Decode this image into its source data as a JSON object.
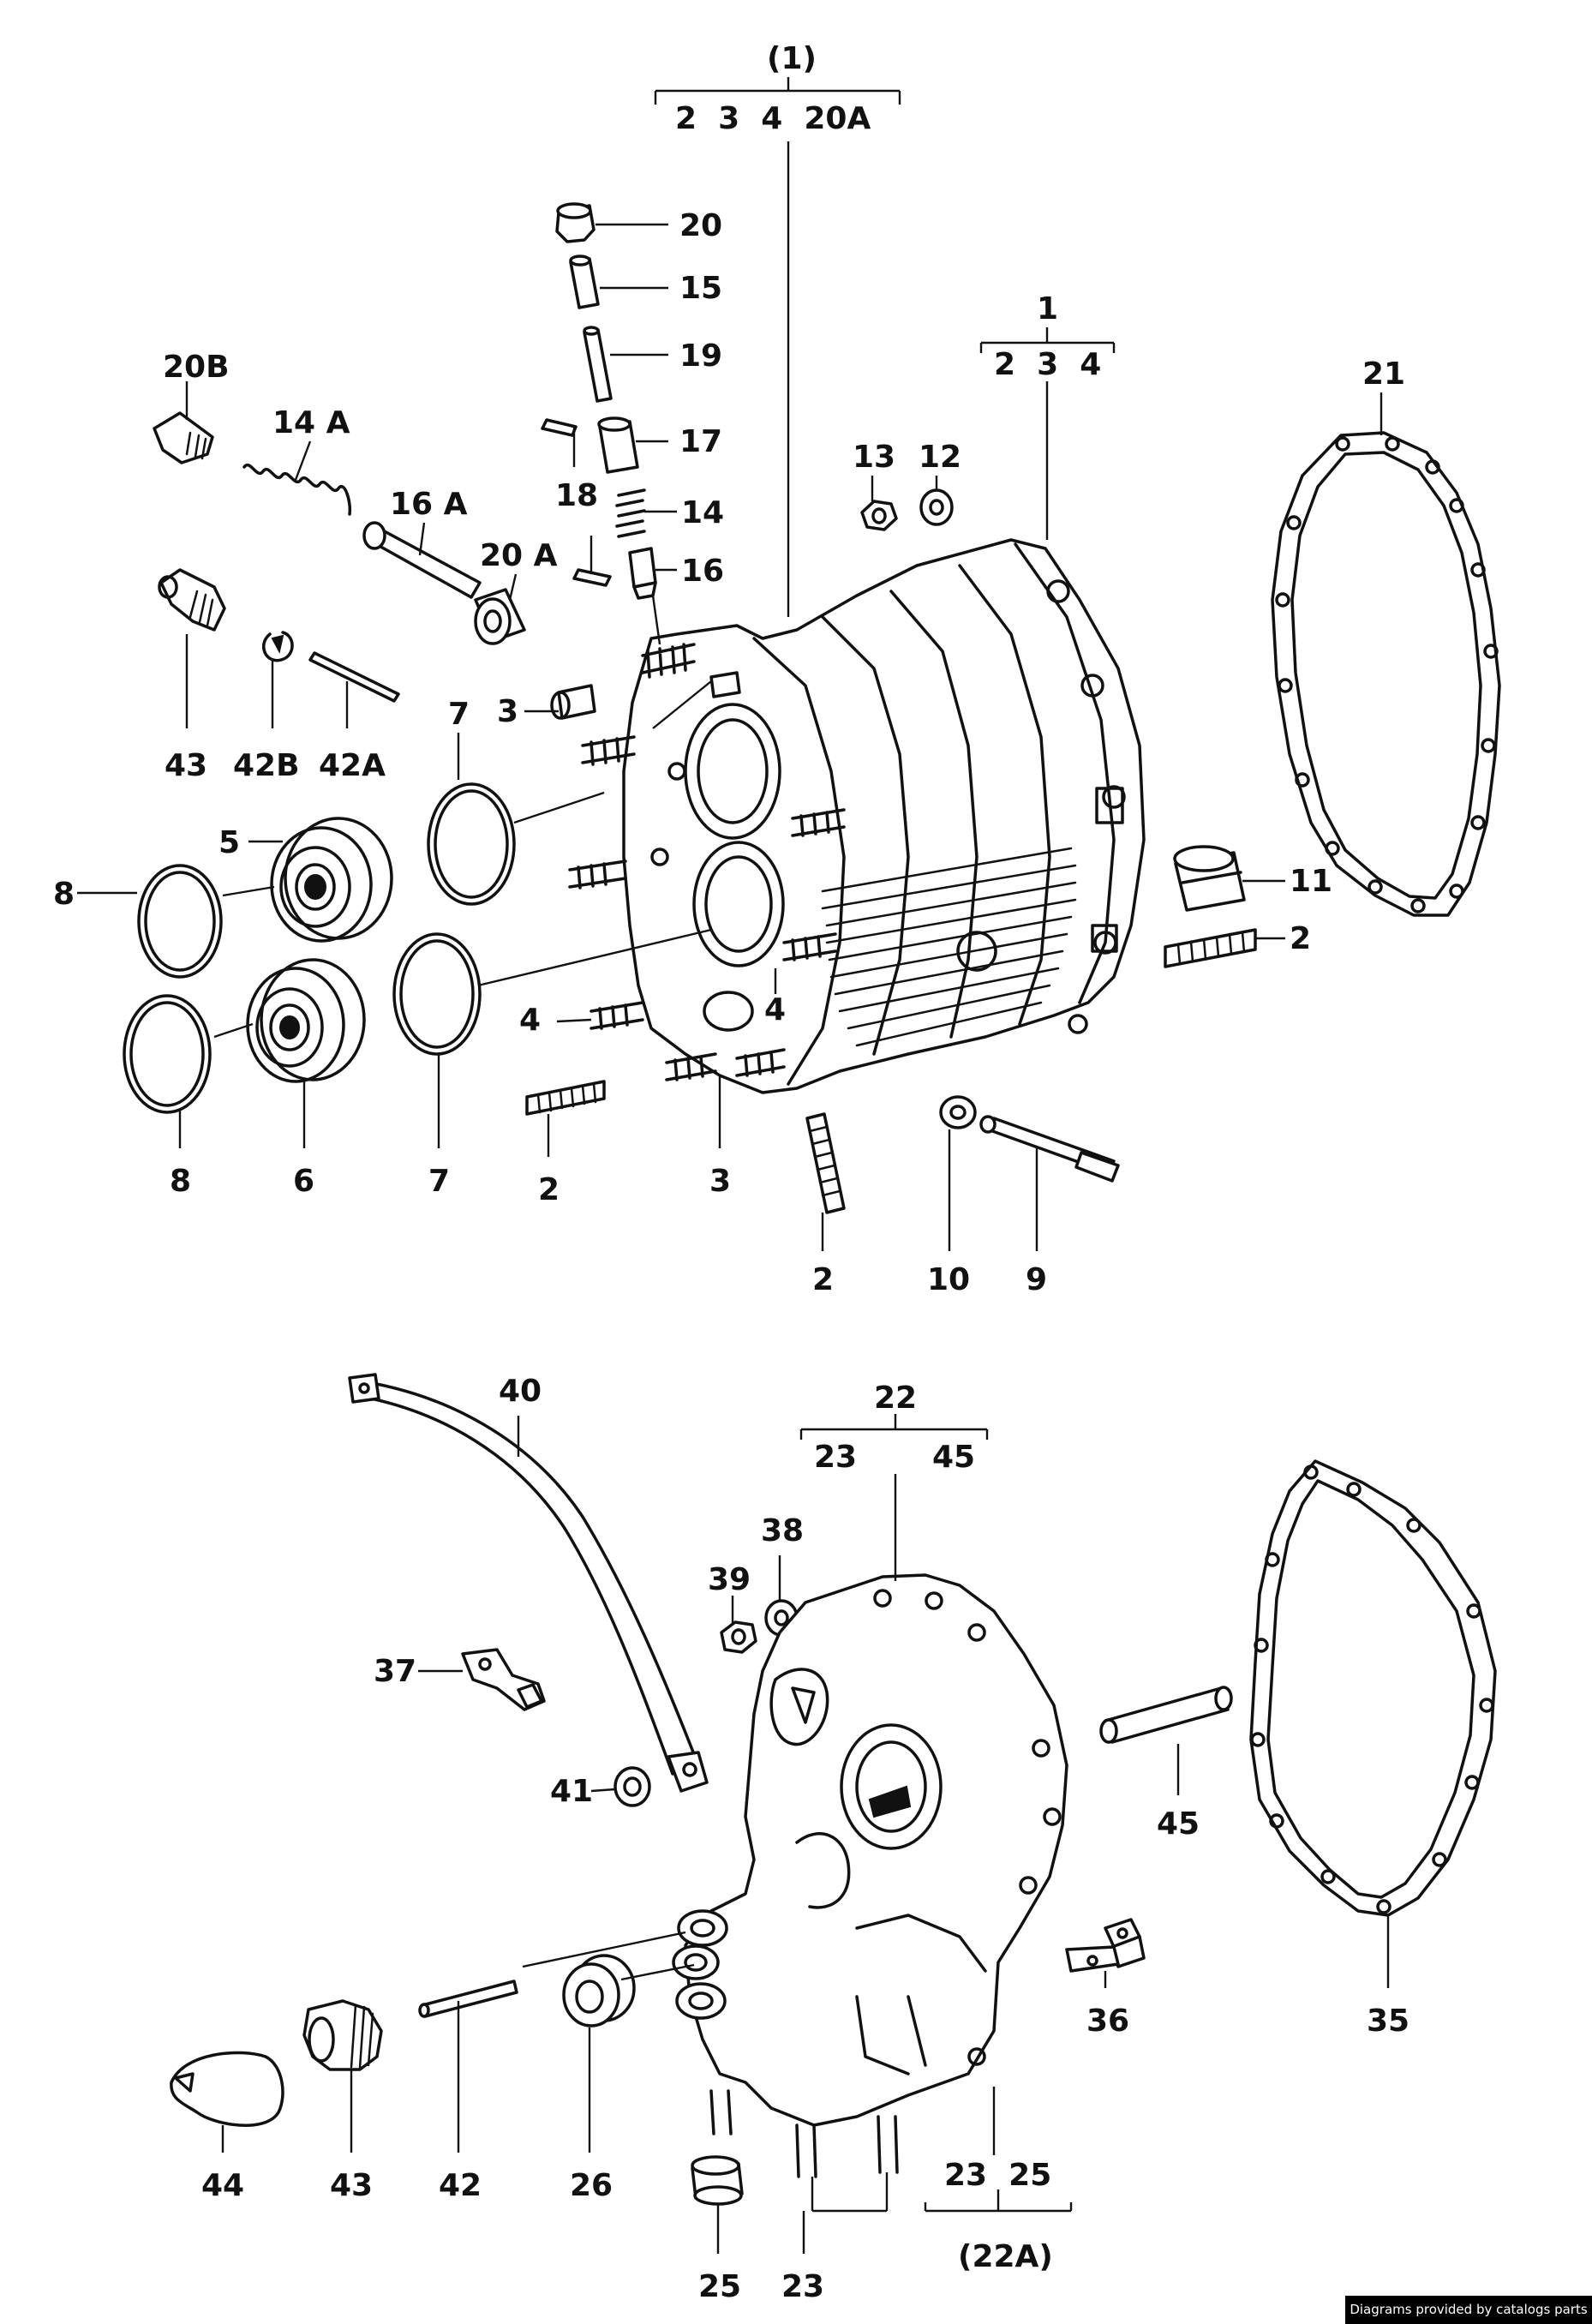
{
  "labels": {
    "top_group": "(1)",
    "top_group_items": "2  3  4  20A",
    "group_1": "1",
    "group_1_items": "2  3  4",
    "group_22": "22",
    "group_22_items_a": "23",
    "group_22_items_b": "45",
    "group_22a_items": "23  25",
    "group_22a": "(22A)",
    "p2a": "2",
    "p2b": "2",
    "p2c": "2",
    "p3a": "3",
    "p3b": "3",
    "p4a": "4",
    "p4b": "4",
    "p5": "5",
    "p6": "6",
    "p7a": "7",
    "p7b": "7",
    "p8a": "8",
    "p8b": "8",
    "p9": "9",
    "p10": "10",
    "p11": "11",
    "p12": "12",
    "p13": "13",
    "p14": "14",
    "p14a": "14 A",
    "p15": "15",
    "p16": "16",
    "p16a": "16 A",
    "p17": "17",
    "p18": "18",
    "p19": "19",
    "p20": "20",
    "p20a": "20 A",
    "p20b": "20B",
    "p21": "21",
    "p23a": "23",
    "p25": "25",
    "p26": "26",
    "p35": "35",
    "p36": "36",
    "p37": "37",
    "p38": "38",
    "p39": "39",
    "p40": "40",
    "p41": "41",
    "p42": "42",
    "p42a": "42A",
    "p42b": "42B",
    "p43a": "43",
    "p43b": "43",
    "p44": "44",
    "p45": "45"
  },
  "credit": "Diagrams provided by catalogs parts"
}
